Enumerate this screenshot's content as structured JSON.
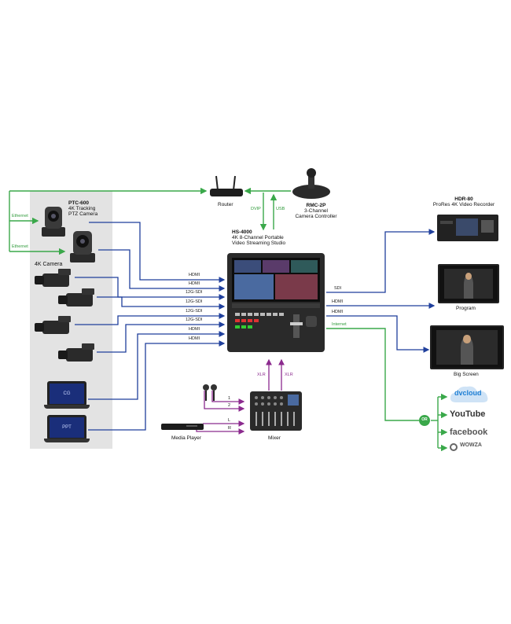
{
  "labels": {
    "ptc600": [
      "PTC-600",
      "4K Tracking",
      "PTZ Camera"
    ],
    "cam4k": "4K Camera",
    "router": "Router",
    "rmc": [
      "RMC-2P",
      "3-Channel",
      "Camera Controller"
    ],
    "hs4000": [
      "HS-4000",
      "4K 8-Channel Portable",
      "Video Streaming Studio"
    ],
    "hdr80": [
      "HDR-80",
      "ProRes 4K Video Recorder"
    ],
    "program": "Program",
    "bigscreen": "Big Screen",
    "mediaplayer": "Media Player",
    "mixer": "Mixer",
    "cg": "CG",
    "ppt": "PPT"
  },
  "connections": {
    "ethernet1": "Ethernet",
    "ethernet2": "Ethernet",
    "dvip": "DVIP",
    "usb": "USB",
    "inputs": [
      "HDMI",
      "HDMI",
      "12G-SDI",
      "12G-SDI",
      "12G-SDI",
      "12G-SDI",
      "HDMI",
      "HDMI"
    ],
    "sdi_out": "SDI",
    "hdmi_out1": "HDMI",
    "hdmi_out2": "HDMI",
    "internet": "Internet",
    "xlr1": "XLR",
    "xlr2": "XLR",
    "mixer_in": [
      "1",
      "2",
      "L",
      "R"
    ],
    "or": "OR"
  },
  "platforms": [
    "dvcloud",
    "YouTube",
    "facebook",
    "WOWZA"
  ],
  "colors": {
    "blue": "#1f3f9c",
    "green": "#3aa84a",
    "purple": "#8b2a8e",
    "panel": "#e3e3e3"
  }
}
